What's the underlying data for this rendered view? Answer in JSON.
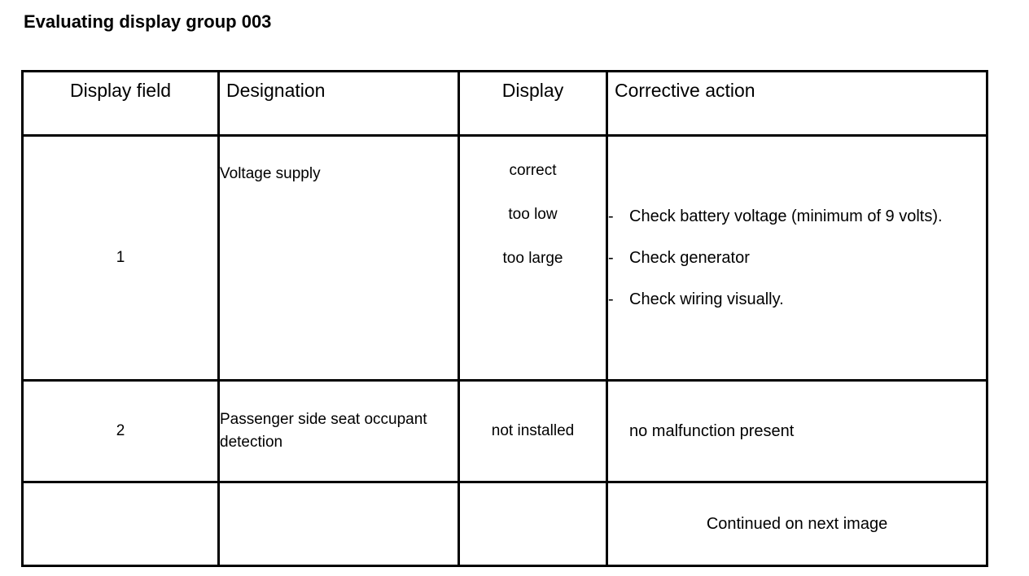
{
  "title": "Evaluating display group 003",
  "table": {
    "headers": [
      "Display field",
      "Designation",
      "Display",
      "Corrective action"
    ],
    "rows": [
      {
        "display_field": "1",
        "designation": "Voltage supply",
        "display_values": [
          "correct",
          "too low",
          "too large"
        ],
        "corrective_actions": [
          "Check battery voltage (minimum of 9 volts).",
          "Check generator",
          "Check wiring visually."
        ],
        "bullet_marker": "-"
      },
      {
        "display_field": "2",
        "designation": "Passenger side seat occupant detection",
        "display_values": [
          "not installed"
        ],
        "corrective_actions": [
          "no malfunction present"
        ]
      },
      {
        "display_field": "",
        "designation": "",
        "display_values": [
          ""
        ],
        "corrective_actions": [
          "Continued on next image"
        ],
        "footer_note": "Continued on next image"
      }
    ]
  }
}
